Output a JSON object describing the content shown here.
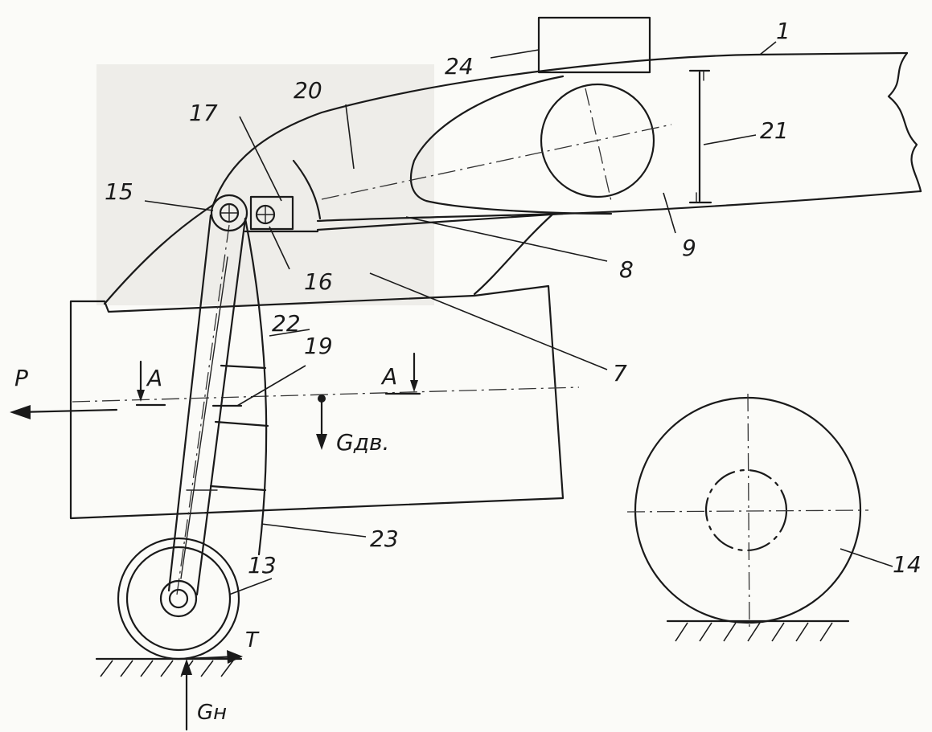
{
  "labels": {
    "n1": "1",
    "n7": "7",
    "n8": "8",
    "n9": "9",
    "n13": "13",
    "n14": "14",
    "n15": "15",
    "n16": "16",
    "n17": "17",
    "n19": "19",
    "n20": "20",
    "n21": "21",
    "n22": "22",
    "n23": "23",
    "n24": "24"
  },
  "forces": {
    "thrust": "P",
    "weight": "Gдв.",
    "ground_reaction": "Gн",
    "traction": "T"
  },
  "section": {
    "left": "A",
    "right": "A"
  }
}
